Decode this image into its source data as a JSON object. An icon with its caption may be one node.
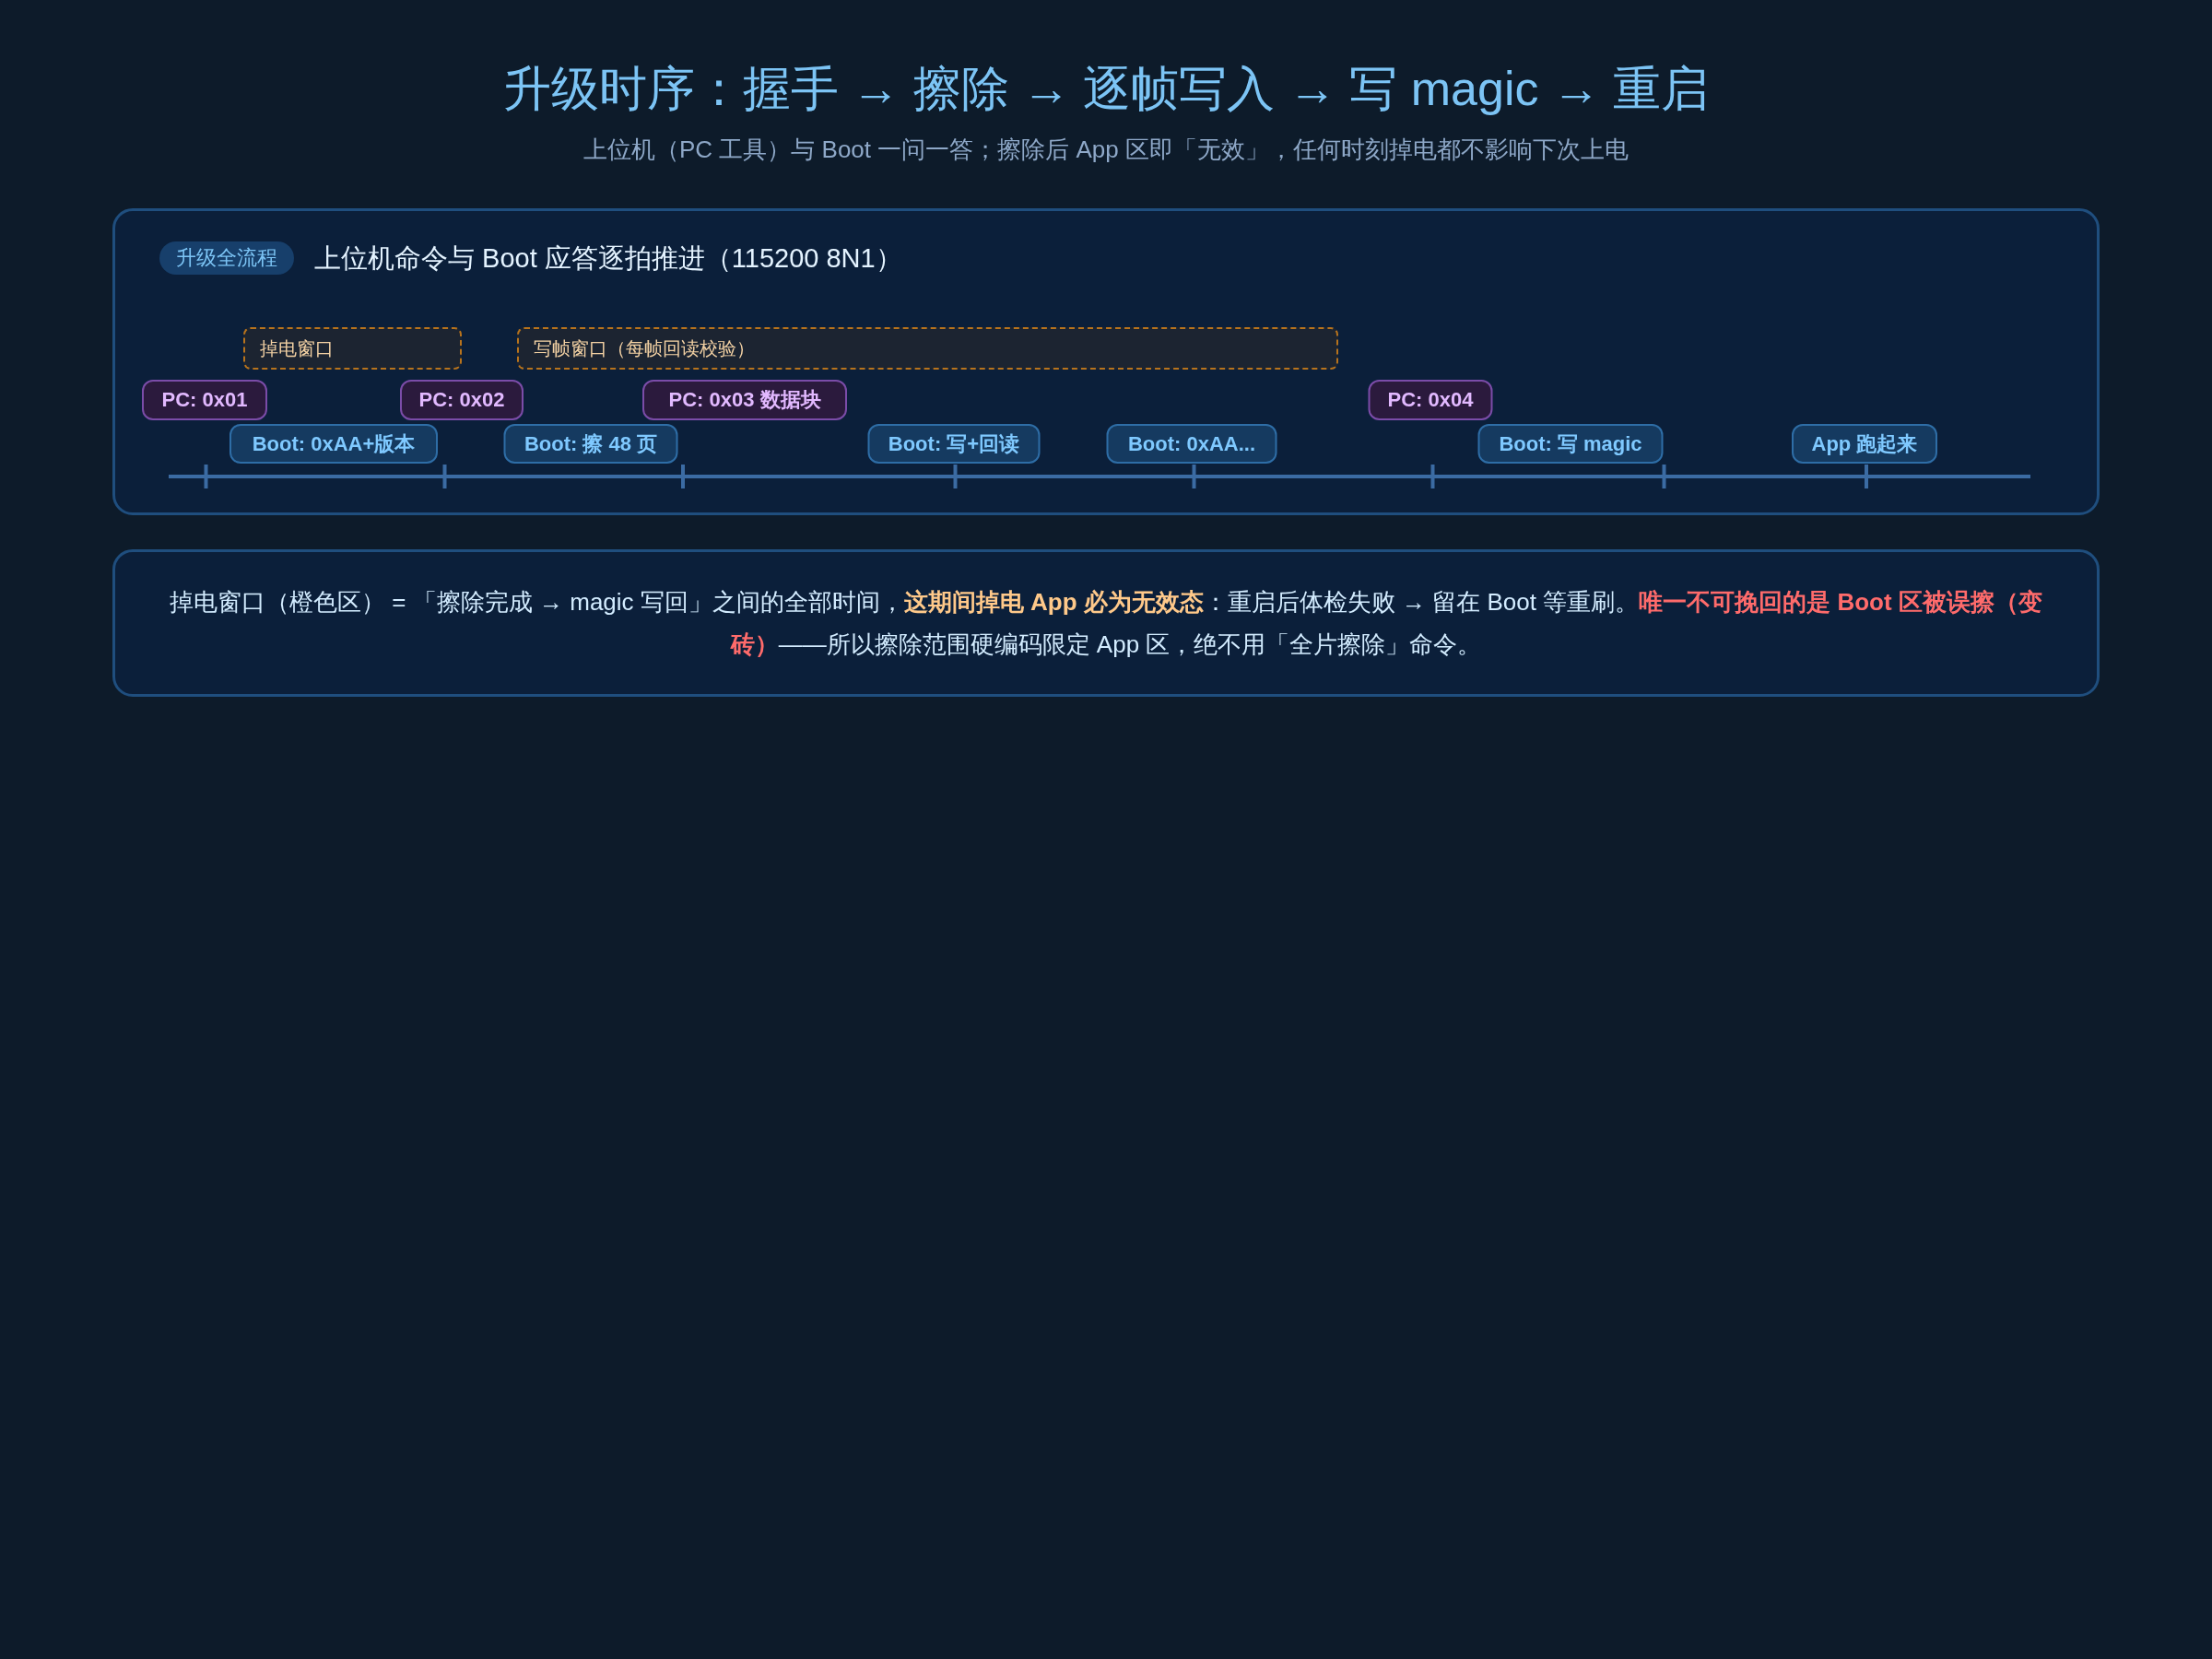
{
  "diagram": {
    "title": "升级时序：握手 → 擦除 → 逐帧写入 → 写 magic → 重启",
    "nodes": [
      {
        "text": [
          "上位机命令与 Boot 应答逐拍推进（115200 8N1）"
        ]
      },
      {
        "text": [
          "升级全流程"
        ],
        "in": 0
      },
      {
        "text": [
          "掉电窗口"
        ],
        "in": 0
      },
      {
        "text": [
          "写帧窗口（每帧回读校验）"
        ],
        "in": 0
      },
      {
        "text": [
          "PC: 0x01"
        ],
        "in": 0
      },
      {
        "text": [
          "Boot: 0xAA+版本"
        ],
        "in": 0
      },
      {
        "text": [
          "PC: 0x02"
        ],
        "in": 0
      },
      {
        "text": [
          "Boot: 擦 48 页"
        ],
        "in": 0
      },
      {
        "text": [
          "PC: 0x03 数据块"
        ],
        "in": 0
      },
      {
        "text": [
          "Boot: 写+回读"
        ],
        "in": 0
      },
      {
        "text": [
          "Boot: 0xAA..."
        ],
        "in": 0
      },
      {
        "text": [
          "PC: 0x04"
        ],
        "in": 0
      },
      {
        "text": [
          "Boot: 写 magic"
        ],
        "in": 0
      },
      {
        "text": [
          "App 跑起来"
        ],
        "in": 0
      },
      {
        "text": [
          "掉电窗口（橙色区） = 「擦除完成 → magic 写回」之间的全部时间，**这期间掉电 App 必为无效态**：重启后体检失败 → 留在 Boot 等重刷。**唯一不可挽回的是 Boot 区被误擦（变砖）**——所以擦除范围硬编码限定 App 区，绝不用「全片擦除」命令。"
        ]
      }
    ],
    "labels": [
      "上位机（PC 工具）与 Boot 一问一答；擦除后 App 区即「无效」，任何时刻掉电都不影响下次上电"
    ]
  }
}
